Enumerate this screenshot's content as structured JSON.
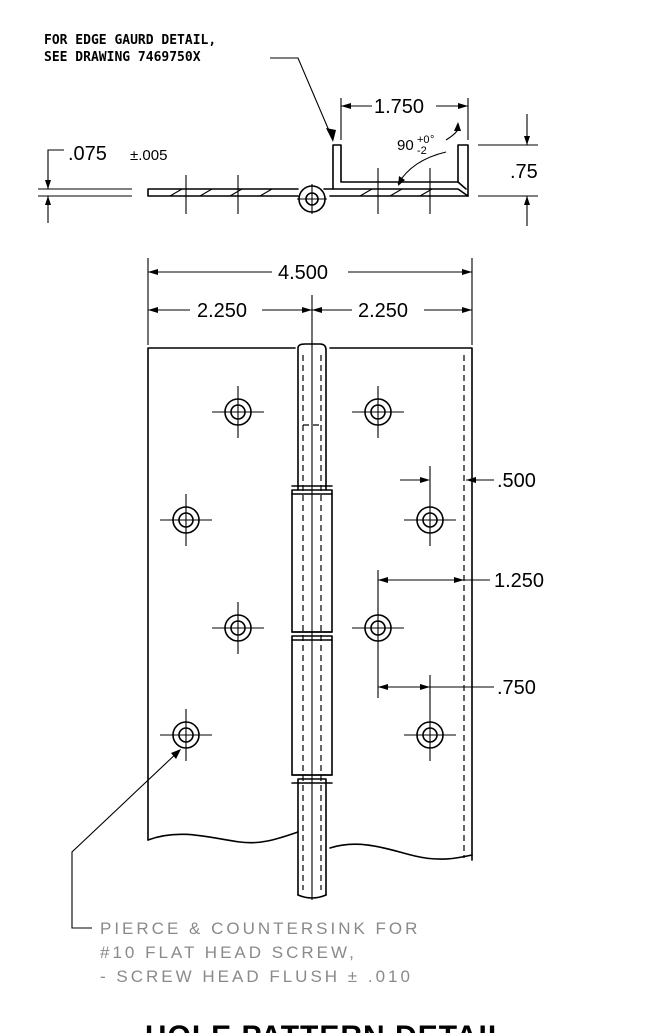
{
  "notes": {
    "edge_guard_line1": "FOR EDGE GAURD DETAIL,",
    "edge_guard_line2": "SEE DRAWING 7469750X",
    "pierce_line1": "PIERCE & COUNTERSINK FOR",
    "pierce_line2": "#10 FLAT HEAD SCREW,",
    "pierce_line3": "- SCREW HEAD FLUSH ± .010"
  },
  "dimensions": {
    "flange_width": "1.750",
    "bend_angle": "90",
    "bend_tol_plus": "+0",
    "bend_tol_minus": "-2",
    "bend_degree": "°",
    "flange_height": ".75",
    "thickness": ".075",
    "thickness_tol": "±.005",
    "overall_width": "4.500",
    "half_width_left": "2.250",
    "half_width_right": "2.250",
    "edge_offset": ".500",
    "hole_offset_far": "1.250",
    "hole_offset_near": ".750"
  },
  "title": "HOLE PATTERN DETAIL",
  "colors": {
    "line": "#000000",
    "note_grey": "#8a8a8a",
    "background": "#ffffff"
  }
}
